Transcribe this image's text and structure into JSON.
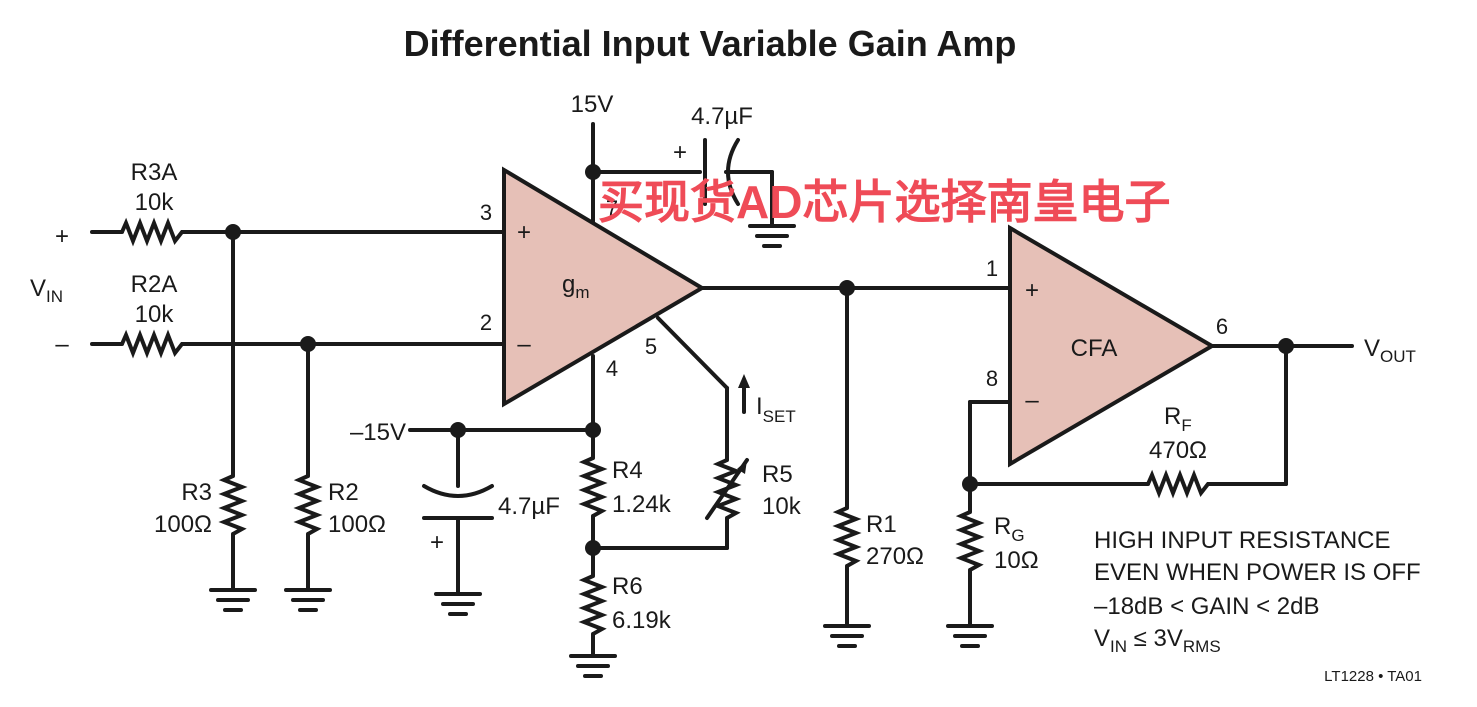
{
  "title": "Differential Input Variable Gain Amp",
  "watermark": "买现货AD芯片选择南皇电子",
  "figure_id": "LT1228 • TA01",
  "input": {
    "plus": "+",
    "minus": "–",
    "vin_main": "V",
    "vin_sub": "IN"
  },
  "supplies": {
    "pos": "15V",
    "neg": "–15V"
  },
  "capacitors": {
    "top_value": "4.7µF",
    "left_value": "4.7µF",
    "polarity": "+"
  },
  "resistors": {
    "r3a": {
      "name": "R3A",
      "value": "10k"
    },
    "r2a": {
      "name": "R2A",
      "value": "10k"
    },
    "r3": {
      "name": "R3",
      "value": "100Ω"
    },
    "r2": {
      "name": "R2",
      "value": "100Ω"
    },
    "r4": {
      "name": "R4",
      "value": "1.24k"
    },
    "r6": {
      "name": "R6",
      "value": "6.19k"
    },
    "r5": {
      "name": "R5",
      "value": "10k"
    },
    "r1": {
      "name": "R1",
      "value": "270Ω"
    },
    "rf": {
      "name_main": "R",
      "name_sub": "F",
      "value": "470Ω"
    },
    "rg": {
      "name_main": "R",
      "name_sub": "G",
      "value": "10Ω"
    }
  },
  "gm_amp": {
    "label_main": "g",
    "label_sub": "m",
    "plus": "+",
    "minus": "–",
    "pins": {
      "p3": "3",
      "p2": "2",
      "p7": "7",
      "p4": "4",
      "p5": "5"
    }
  },
  "cfa_amp": {
    "label": "CFA",
    "plus": "+",
    "minus": "–",
    "pins": {
      "p1": "1",
      "p8": "8",
      "p6": "6"
    }
  },
  "iset": {
    "main": "I",
    "sub": "SET"
  },
  "output": {
    "main": "V",
    "sub": "OUT"
  },
  "notes": {
    "line1": "HIGH INPUT RESISTANCE",
    "line2": "EVEN WHEN POWER IS OFF",
    "line3": "–18dB < GAIN < 2dB",
    "line4_a": "V",
    "line4_b": "IN",
    "line4_c": " ≤ 3V",
    "line4_d": "RMS"
  }
}
